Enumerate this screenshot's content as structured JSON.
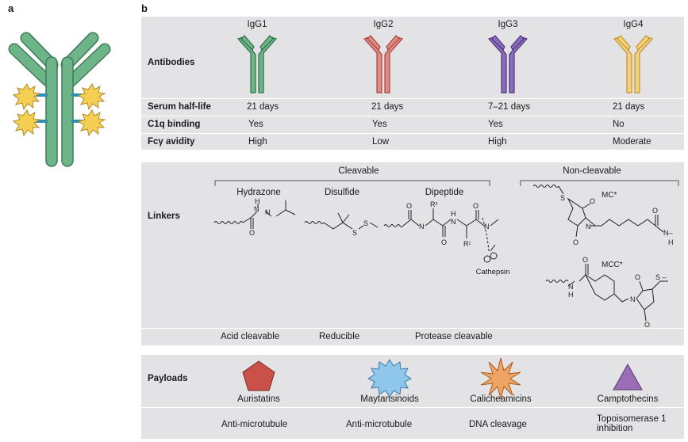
{
  "panel_a": {
    "label": "a"
  },
  "panel_b": {
    "label": "b"
  },
  "antibodies": {
    "row_label": "Antibodies",
    "isotypes": [
      {
        "name": "IgG1",
        "color": "#4f9a6a",
        "light": "#7fbf92"
      },
      {
        "name": "IgG2",
        "color": "#d26b63",
        "light": "#e59a92"
      },
      {
        "name": "IgG3",
        "color": "#7a5aa6",
        "light": "#a58ccb"
      },
      {
        "name": "IgG4",
        "color": "#f0c35a",
        "light": "#f7dc95"
      }
    ]
  },
  "properties": [
    {
      "label": "Serum half-life",
      "values": [
        "21 days",
        "21 days",
        "7–21 days",
        "21 days"
      ]
    },
    {
      "label": "C1q binding",
      "values": [
        "Yes",
        "Yes",
        "Yes",
        "No"
      ]
    },
    {
      "label": "Fcγ avidity",
      "values": [
        "High",
        "Low",
        "High",
        "Moderate"
      ]
    }
  ],
  "linkers": {
    "row_label": "Linkers",
    "cleavable_label": "Cleavable",
    "non_cleavable_label": "Non-cleavable",
    "types": [
      "Hydrazone",
      "Disulfide",
      "Dipeptide"
    ],
    "non_cleavable_types": [
      "MC*",
      "MCC*"
    ],
    "enzyme": "Cathepsin",
    "mechanisms": [
      "Acid cleavable",
      "Reducible",
      "Protease cleavable"
    ]
  },
  "payloads": {
    "row_label": "Payloads",
    "items": [
      {
        "name": "Auristatins",
        "shape": "pentagon-icon",
        "color": "#c9514a",
        "mechanism": "Anti-microtubule"
      },
      {
        "name": "Maytansinoids",
        "shape": "burst-icon",
        "color": "#8ec6ec",
        "mechanism": "Anti-microtubule"
      },
      {
        "name": "Calicheamicins",
        "shape": "star-icon",
        "color": "#f0a464",
        "mechanism": "DNA cleavage"
      },
      {
        "name": "Camptothecins",
        "shape": "triangle-icon",
        "color": "#9a6db5",
        "mechanism": "Topoisomerase 1 inhibition"
      }
    ]
  },
  "adc_colors": {
    "antibody": "#5aa97a",
    "antibody_light": "#8cc9a2",
    "linker": "#2e8fb0",
    "payload": "#f5cf52"
  }
}
